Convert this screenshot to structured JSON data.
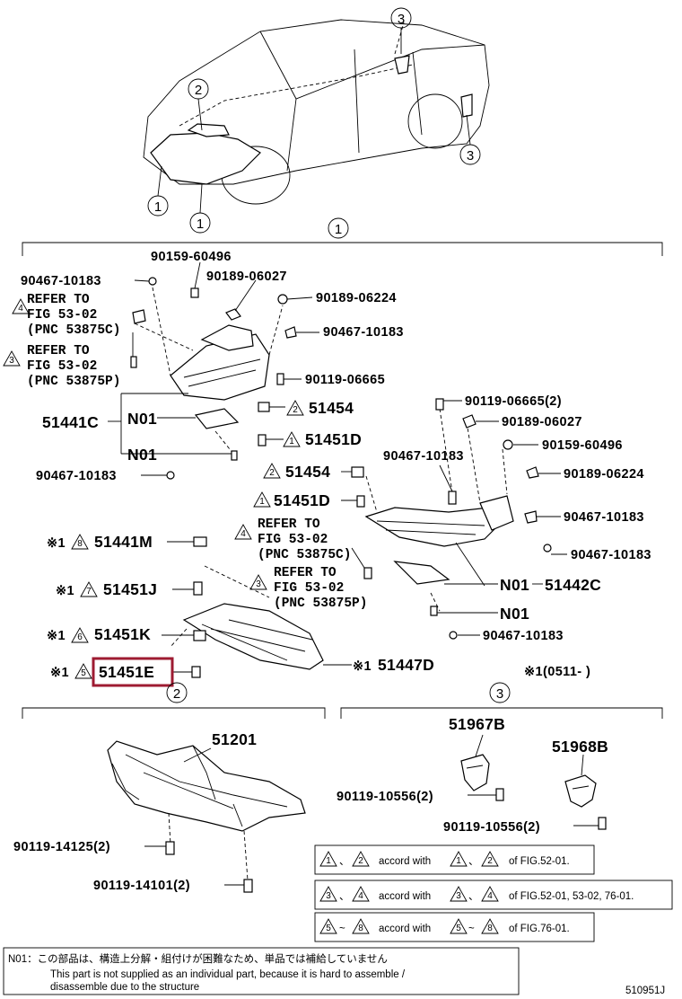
{
  "diagram_id": "510951J",
  "section_labels": {
    "one": "1",
    "two": "2",
    "three": "3"
  },
  "car_callouts": [
    "3",
    "2",
    "3",
    "1",
    "1"
  ],
  "parts": {
    "p90159_60496_top": "90159-60496",
    "p90467_10183_a": "90467-10183",
    "p90189_06027_top": "90189-06027",
    "p90189_06224_top": "90189-06224",
    "p90467_10183_b": "90467-10183",
    "p90119_06665_l": "90119-06665",
    "p51454_l": "51454",
    "p51451D_l": "51451D",
    "p51441C": "51441C",
    "n01_a": "N01",
    "n01_b": "N01",
    "p90467_10183_c": "90467-10183",
    "p90119_06665_r": "90119-06665(2)",
    "p90189_06027_r": "90189-06027",
    "p90159_60496_r": "90159-60496",
    "p90467_10183_d": "90467-10183",
    "p90189_06224_r": "90189-06224",
    "p51454_r": "51454",
    "p51451D_r": "51451D",
    "p90467_10183_e": "90467-10183",
    "p90467_10183_f": "90467-10183",
    "p51441M": "51441M",
    "p51451J": "51451J",
    "p51442C": "51442C",
    "n01_c": "N01",
    "n01_d": "N01",
    "p90467_10183_g": "90467-10183",
    "p51451K": "51451K",
    "p51451E": "51451E",
    "p51447D": "51447D",
    "p51201": "51201",
    "p51967B": "51967B",
    "p51968B": "51968B",
    "p90119_10556_a": "90119-10556(2)",
    "p90119_10556_b": "90119-10556(2)",
    "p90119_14125": "90119-14125(2)",
    "p90119_14101": "90119-14101(2)"
  },
  "refs": {
    "ref4_a": [
      "REFER TO",
      "FIG 53-02",
      "(PNC 53875C)"
    ],
    "ref3_a": [
      "REFER TO",
      "FIG 53-02",
      "(PNC 53875P)"
    ],
    "ref4_b": [
      "REFER TO",
      "FIG 53-02",
      "(PNC 53875C)"
    ],
    "ref3_b": [
      "REFER TO",
      "FIG 53-02",
      "(PNC 53875P)"
    ]
  },
  "star_marks": {
    "star1_prefix": "※1",
    "date_note": "※1(0511-      )"
  },
  "triangles": {
    "t1": "1",
    "t2": "2",
    "t3": "3",
    "t4": "4",
    "t5": "5",
    "t6": "6",
    "t7": "7",
    "t8": "8"
  },
  "legend": {
    "row1_text": "accord with",
    "row1_tail": "of FIG.52-01.",
    "row2_text": "accord with",
    "row2_tail": "of FIG.52-01, 53-02, 76-01.",
    "row3_text": "accord with",
    "row3_tail": "of FIG.76-01.",
    "sep_comma": "、",
    "sep_tilde": "~"
  },
  "footnote": {
    "jp": "N01：この部品は、構造上分解・組付けが困難なため、単品では補給していません",
    "en1": "This part is not supplied as an individual part, because it is hard to assemble /",
    "en2": "disassemble due to the structure"
  },
  "highlight_color": "#9e1b32"
}
